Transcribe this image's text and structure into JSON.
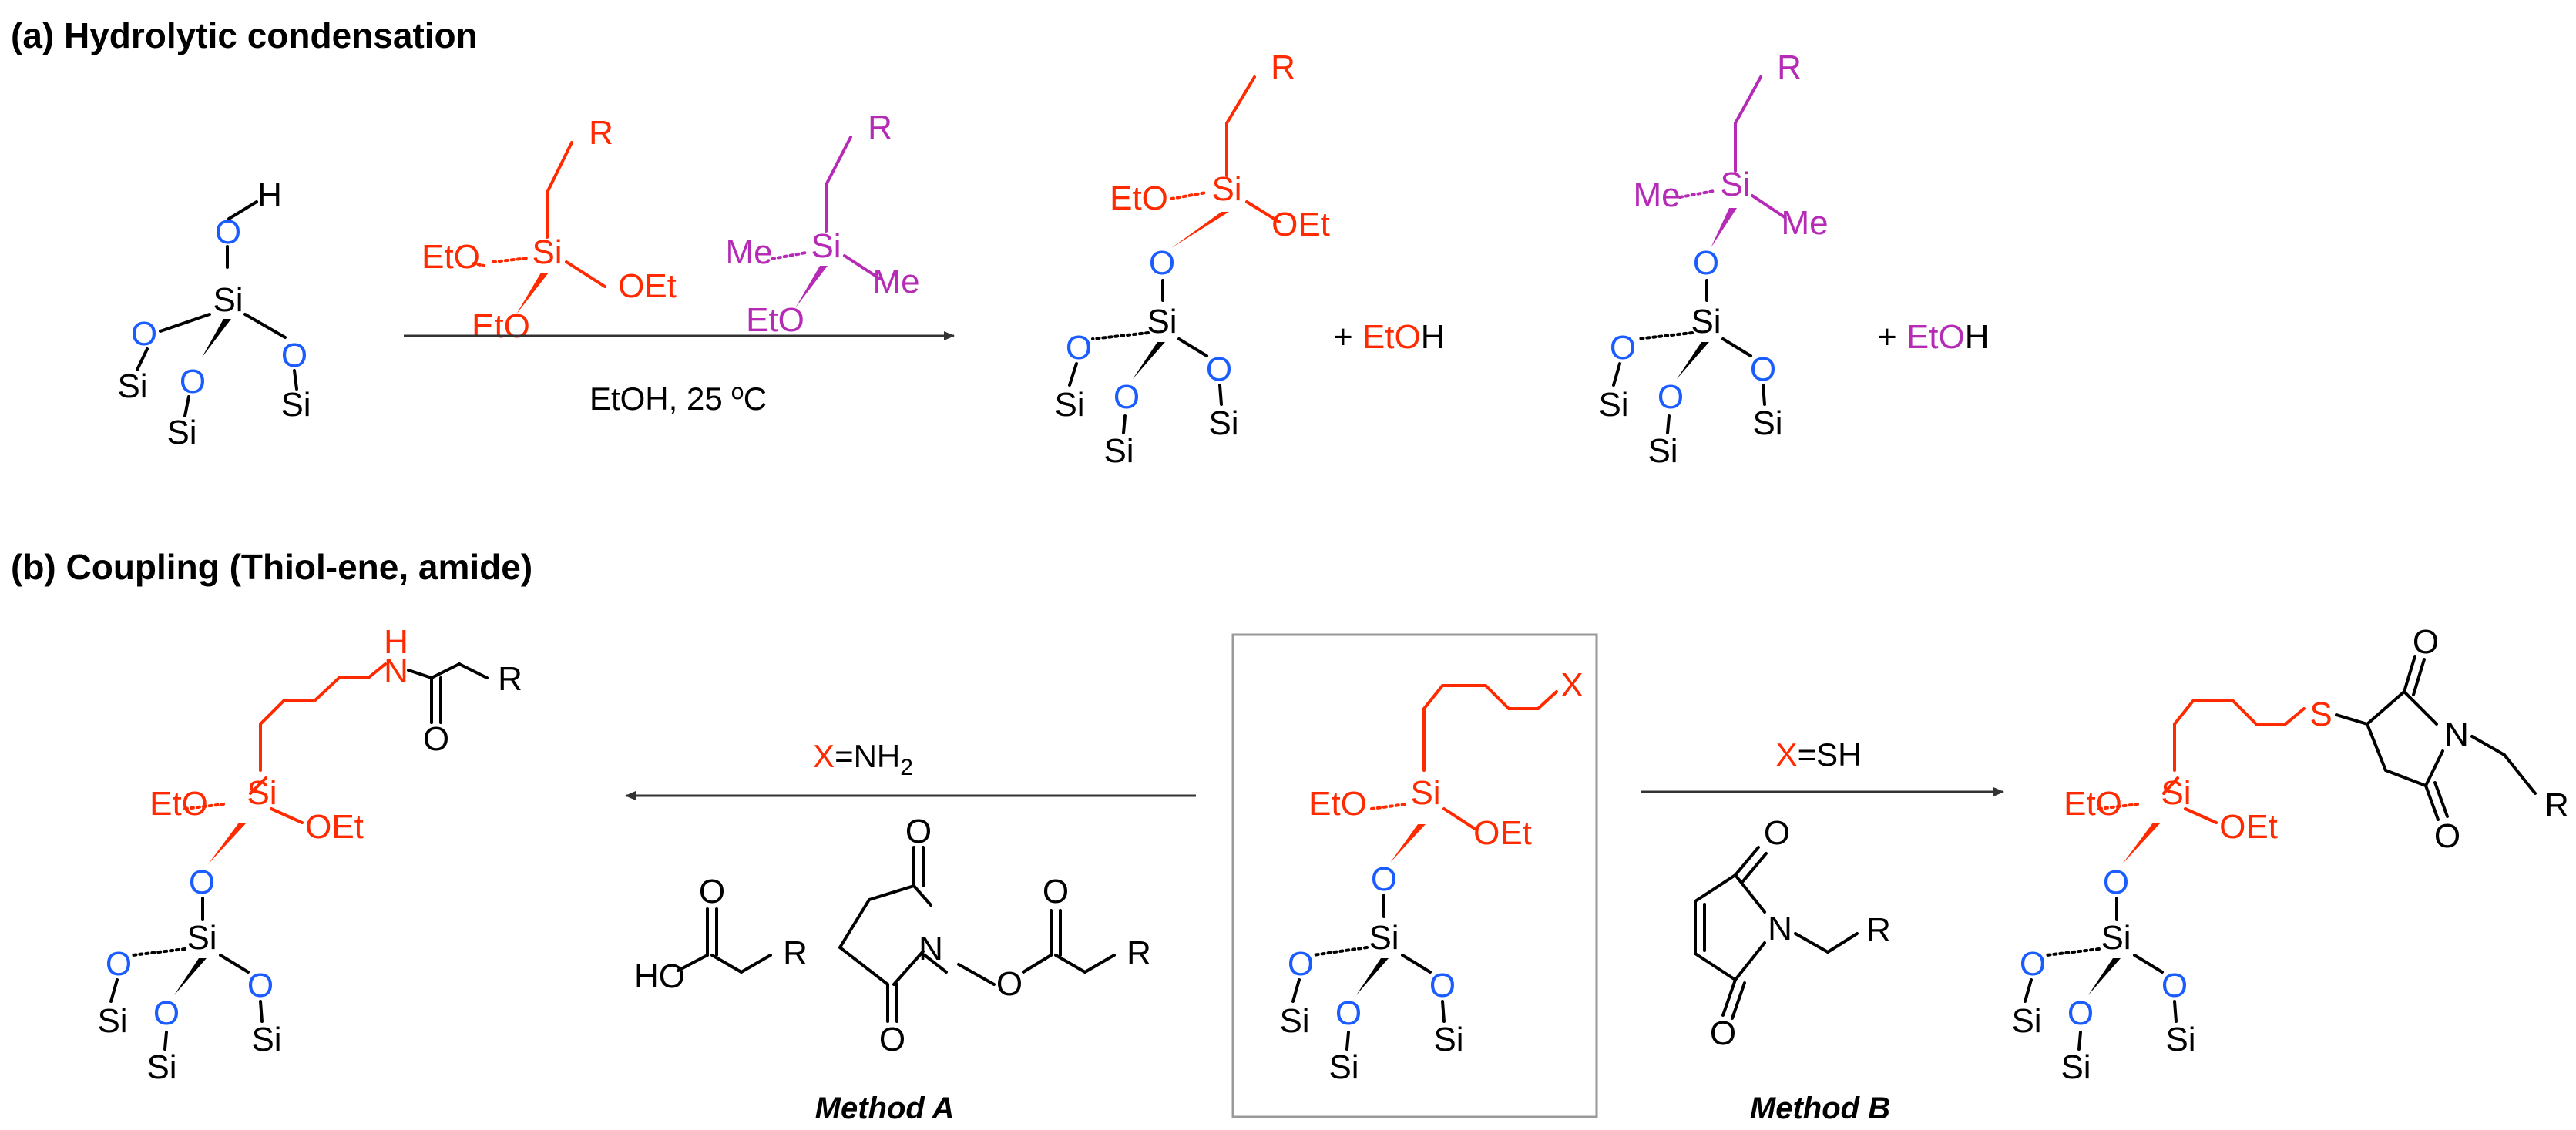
{
  "panel_a": {
    "title": "(a) Hydrolytic condensation",
    "condition": "EtOH, 25 ºC",
    "byproduct_plus": "+ ",
    "byproduct_eto": "EtO",
    "byproduct_h": "H"
  },
  "panel_b": {
    "title": "(b) Coupling (Thiol-ene, amide)",
    "left_condition_x": "X",
    "left_condition_rest": "=NH",
    "left_condition_sub": "2",
    "right_condition_x": "X",
    "right_condition_rest": "=SH",
    "method_a": "Method A",
    "method_b": "Method B"
  },
  "atoms": {
    "si": "Si",
    "o": "O",
    "h": "H",
    "r": "R",
    "x": "X",
    "n": "N",
    "s": "S",
    "eto": "EtO",
    "oet": "OEt",
    "me": "Me",
    "ho": "HO"
  },
  "colors": {
    "black": "#000000",
    "red": "#ff2a00",
    "magenta": "#b52bb5",
    "blue": "#1a5cff",
    "box": "#999999"
  }
}
